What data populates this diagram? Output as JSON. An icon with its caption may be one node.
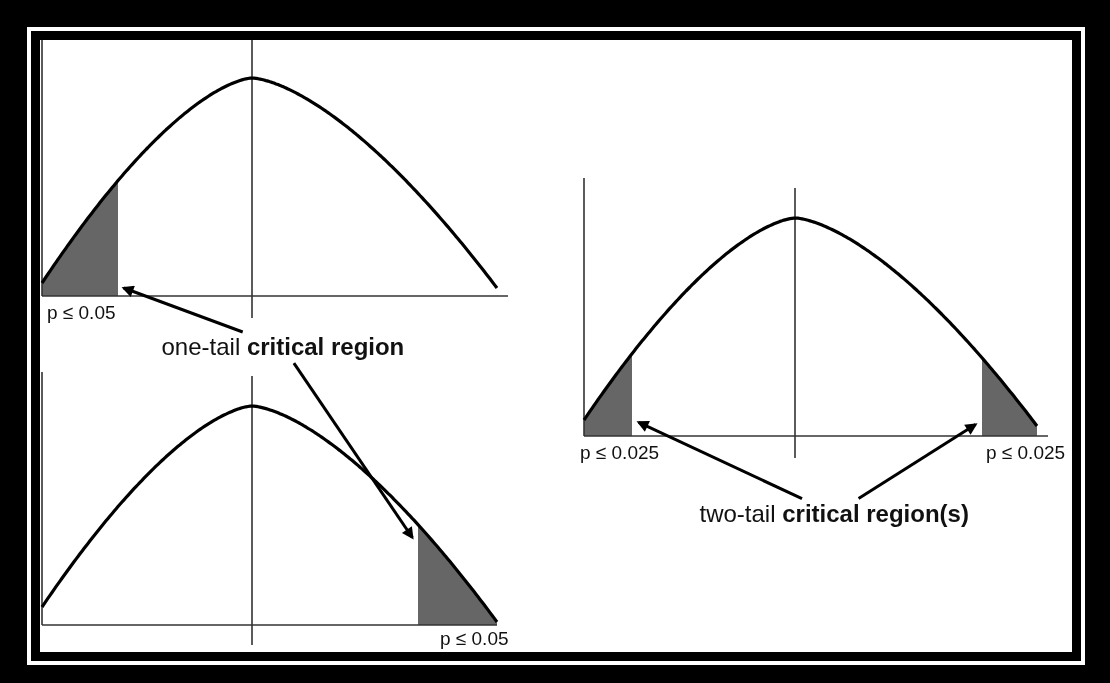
{
  "diagram": {
    "nodes": [
      {
        "text": [],
        "shape": "area",
        "beside": [
          "p ≤ 0.05"
        ]
      },
      {
        "text": [
          "one-tail **critical region**"
        ]
      },
      {
        "text": [],
        "shape": "area",
        "beside": [
          "p ≤ 0.05"
        ]
      },
      {
        "text": [],
        "shape": "area",
        "beside": [
          "p ≤ 0.025"
        ]
      },
      {
        "text": [],
        "shape": "area",
        "beside": [
          "p ≤ 0.025"
        ]
      },
      {
        "text": [
          "two-tail **critical region(s)**"
        ]
      }
    ],
    "edges": [
      {
        "from": 1,
        "to": 0,
        "arrow": "to"
      },
      {
        "from": 1,
        "to": 2,
        "arrow": "to"
      },
      {
        "from": 5,
        "to": 3,
        "arrow": "to"
      },
      {
        "from": 5,
        "to": 4,
        "arrow": "to"
      }
    ]
  }
}
